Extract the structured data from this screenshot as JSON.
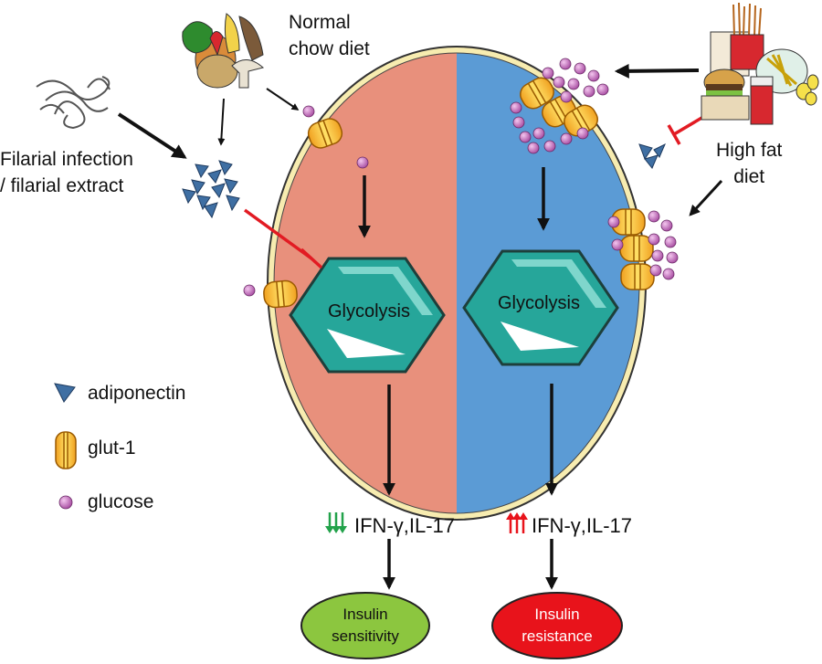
{
  "labels": {
    "normal_chow_line1": "Normal",
    "normal_chow_line2": "chow diet",
    "filarial_line1": "Filarial infection",
    "filarial_line2": "/ filarial extract",
    "high_fat_line1": "High fat",
    "high_fat_line2": "diet"
  },
  "glycolysis_left": "Glycolysis",
  "glycolysis_right": "Glycolysis",
  "cytokines_left": "IFN-γ,IL-17",
  "cytokines_right": "IFN-γ,IL-17",
  "outcome_left_line1": "Insulin",
  "outcome_left_line2": "sensitivity",
  "outcome_right_line1": "Insulin",
  "outcome_right_line2": "resistance",
  "legend": {
    "adiponectin": "adiponectin",
    "glut1": "glut-1",
    "glucose": "glucose"
  },
  "colors": {
    "cell_left": "#e8907c",
    "cell_right": "#5b9bd5",
    "cell_membrane": "#f7ecb0",
    "hexagon": "#26a69a",
    "outcome_left": "#8cc63f",
    "outcome_right": "#e8131b",
    "down_arrows": "#22a24a",
    "up_arrows": "#e8131b",
    "inhibit": "#e21b23"
  },
  "icons": [
    "food-icon",
    "worm-icon",
    "fast-food-icon",
    "adiponectin-icon",
    "glut1-icon",
    "glucose-icon"
  ]
}
